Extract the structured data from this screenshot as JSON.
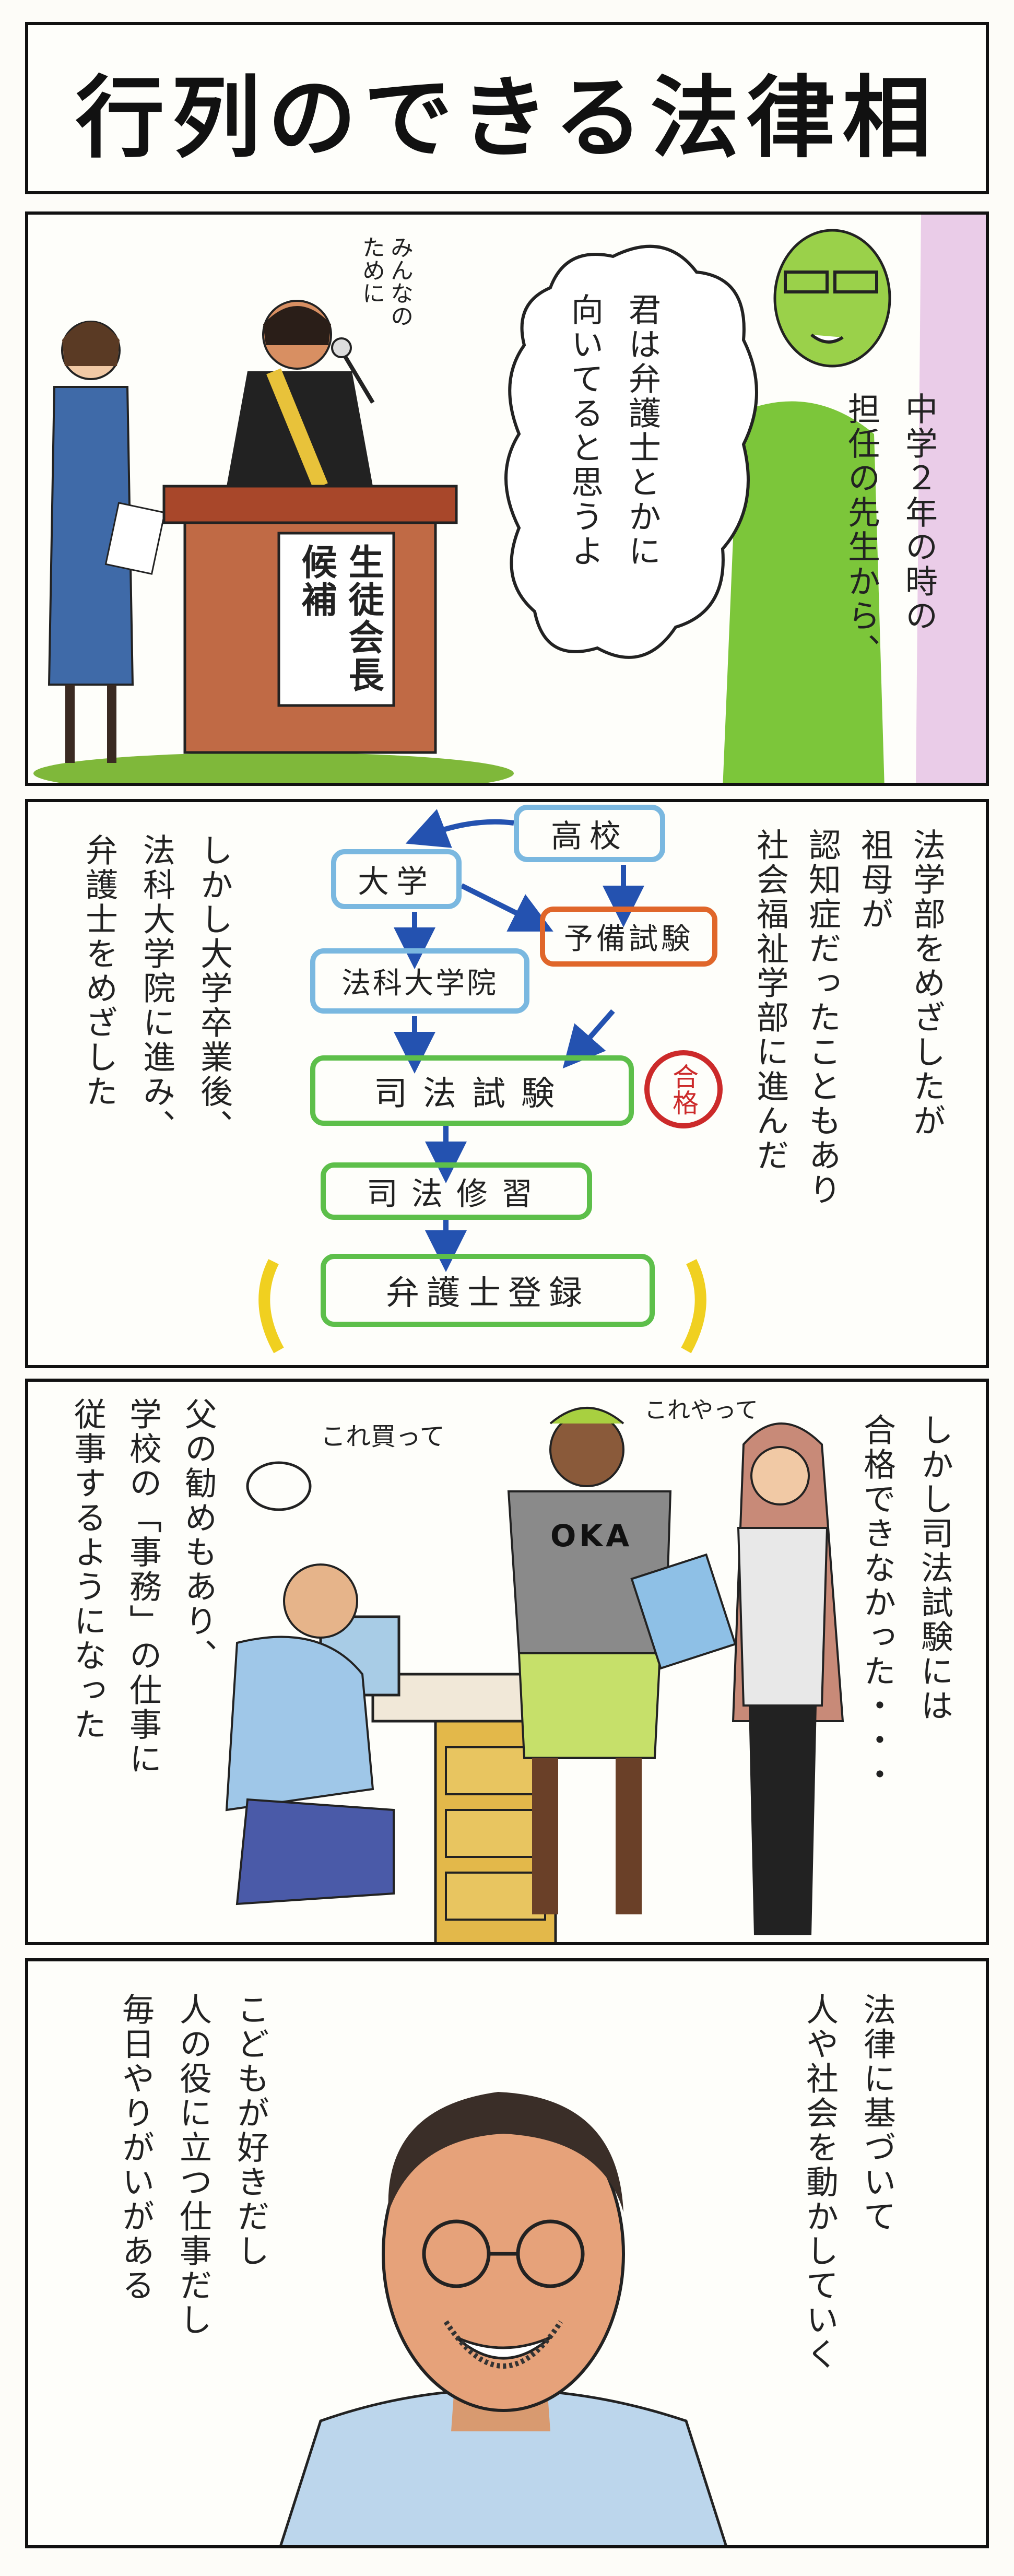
{
  "title": "行列のできる法律相談員",
  "panel1": {
    "narration": "中学２年の時の\n担任の先生から、",
    "speech": "君は弁護士とかに\n向いてると思うよ",
    "crowd": "みんなの\nために",
    "podium_sign": "生徒会長\n候補"
  },
  "panel2": {
    "narration_right": "法学部をめざしたが\n祖母が\n認知症だったこともあり\n社会福祉学部に進んだ",
    "narration_left": "しかし大学卒業後、\n法科大学院に進み、\n弁護士をめざした",
    "flow": {
      "koukou": "高校",
      "daigaku": "大学",
      "yobi": "予備試験",
      "houka": "法科大学院",
      "shihou_shiken": "司法試験",
      "goukaku": "合格",
      "shihou_shuushuu": "司法修習",
      "touroku": "弁護士登録"
    }
  },
  "panel3": {
    "narration_right": "しかし司法試験には\n合格できなかった・・・",
    "narration_left": "父の勧めもあり、\n学校の「事務」の仕事に\n従事するようになった",
    "bubble1": "これ買って",
    "bubble2": "これやって",
    "shirt": "OKA"
  },
  "panel4": {
    "narration_right": "法律に基づいて\n人や社会を動かしていく",
    "narration_left": "こどもが好きだし\n人の役に立つ仕事だし\n毎日やりがいがある"
  },
  "colors": {
    "border": "#111111",
    "teacher_green": "#7cc63a",
    "box_blue": "#7ab8e0",
    "box_green": "#5dbf4a",
    "box_orange": "#e0662a",
    "stamp_red": "#cc2a2a",
    "glow_yellow": "#f0d020"
  }
}
